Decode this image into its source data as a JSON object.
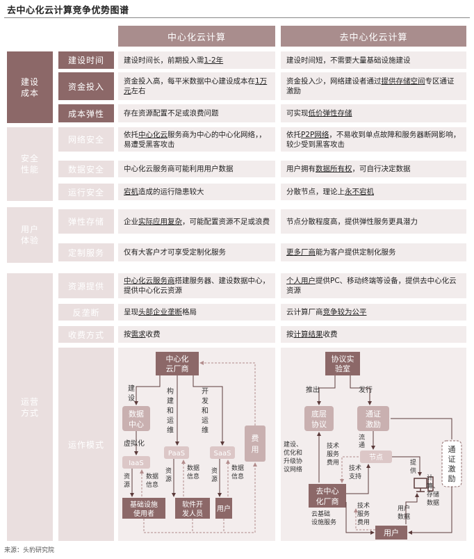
{
  "title": "去中心化云计算竞争优势图谱",
  "columns": {
    "left": "中心化云计算",
    "right": "去中心化云计算"
  },
  "groups": {
    "cost": "建设成本",
    "security": "安全性能",
    "experience": "用户体验",
    "operation": "运营方式"
  },
  "rows": [
    {
      "label": "建设时间",
      "left": [
        "建设时间长，前期投入需",
        "1-2年"
      ],
      "right": [
        "建设时间短，不需要大量基础设施建设"
      ]
    },
    {
      "label": "资金投入",
      "left": [
        "资金投入高，每平米数据中心建设成本在",
        "1万元",
        "左右"
      ],
      "right": [
        "资金投入少，网络建设者通过",
        "提供存储空间",
        "专区通证激励"
      ]
    },
    {
      "label": "成本弹性",
      "left": [
        "存在资源配置不足或浪费问题"
      ],
      "right": [
        "可实现",
        "低价弹性存储"
      ]
    },
    {
      "label": "网络安全",
      "left": [
        "依托",
        "中心化云",
        "服务商为中心的中心化网络，，易遭受黑客攻击"
      ],
      "right": [
        "依托",
        "P2P网络",
        "，不易收到单点故障和服务器断网影响，较少受到黑客攻击"
      ]
    },
    {
      "label": "数据安全",
      "left": [
        "中心化云服务商可能利用用户数据"
      ],
      "right": [
        "用户拥有",
        "数据所有权",
        "，可自行决定数据"
      ]
    },
    {
      "label": "运行安全",
      "left": [
        "宕机",
        "造成的运行隐患较大"
      ],
      "right": [
        "分散节点，理论上",
        "永不宕机"
      ]
    },
    {
      "label": "弹性存储",
      "left": [
        "企业",
        "实际应用复杂",
        "，可能配置资源不足或浪费"
      ],
      "right": [
        "节点分散程度高，提供弹性服务更具潜力"
      ]
    },
    {
      "label": "定制服务",
      "left": [
        "仅有大客户才可享受定制化服务"
      ],
      "right": [
        "更多厂商",
        "能为客户提供定制化服务"
      ]
    },
    {
      "label": "资源提供",
      "left": [
        "中心化云服务商",
        "搭建服务器、建设数据中心，提供中心化云资源"
      ],
      "right": [
        "个人用户",
        "提供PC、移动终端等设备，提供去中心化云资源"
      ]
    },
    {
      "label": "反垄断",
      "left": [
        "呈现",
        "头部企业垄断",
        "格局"
      ],
      "right": [
        "云计算厂商",
        "竞争较为公平"
      ]
    },
    {
      "label": "收费方式",
      "left": [
        "按",
        "需求",
        "收费"
      ],
      "right": [
        "按",
        "计算结果",
        "收费"
      ]
    },
    {
      "label": "运作模式"
    }
  ],
  "left_diagram": {
    "vendor": "中心化云厂商",
    "data_center": "数据中心",
    "build": "建设",
    "virtualize": "虚拟化",
    "build_ops": "构建和运维",
    "dev_ops": "开发和运维",
    "iaas": "IaaS",
    "paas": "PaaS",
    "saas": "SaaS",
    "fee": "费用",
    "resource": "资源",
    "data_info": "数据信息",
    "infra_user": "基础设施使用者",
    "dev": "软件开发人员",
    "user": "用户"
  },
  "right_diagram": {
    "lab": "协议实验室",
    "launch": "推出",
    "issue": "发行",
    "base_protocol": "底层协议",
    "token": "通证激励",
    "circulate": "流通",
    "node": "节点",
    "provide": "提供",
    "compute": "计算、存储数据",
    "build_opt": "建设、优化和升级协议网络",
    "tech_fee": "技术服务费用",
    "tech_support": "技术支持",
    "vendor": "去中心化厂商",
    "cloud_infra": "云基础设施服务",
    "tech_fee2": "技术服务费用",
    "user_data": "用户数据",
    "user": "用户",
    "token_side": "通证激励"
  },
  "source": "来源：头豹研究院"
}
